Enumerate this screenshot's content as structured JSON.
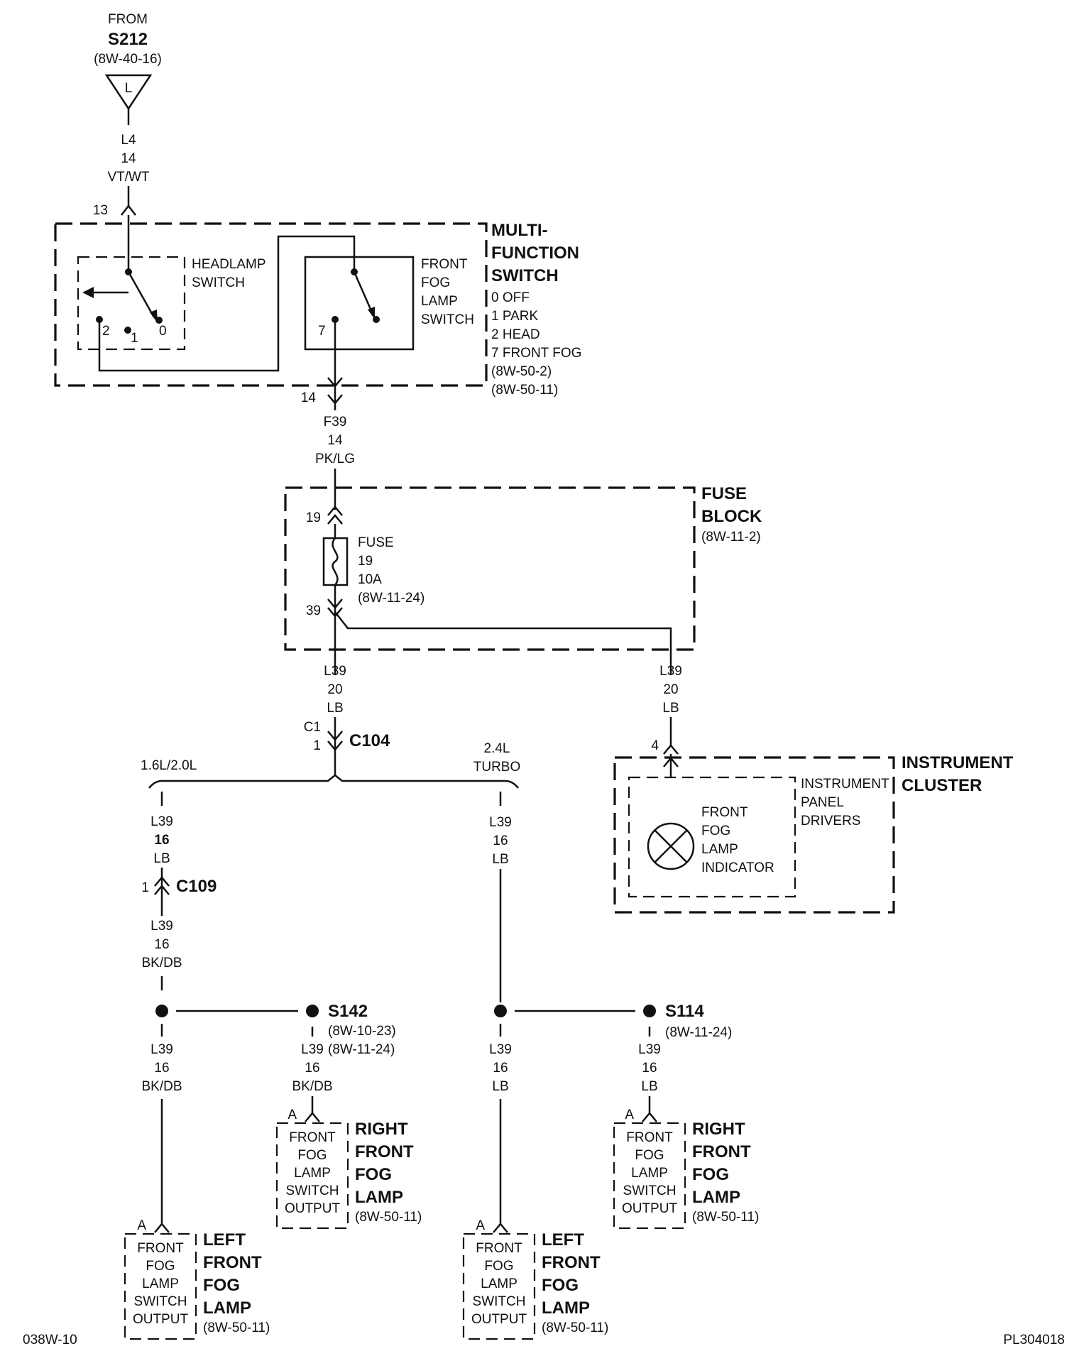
{
  "source": {
    "from_label": "FROM",
    "splice": "S212",
    "ref": "(8W-40-16)",
    "triangle_letter": "L",
    "wire": [
      "L4",
      "14",
      "VT/WT"
    ],
    "pin": "13"
  },
  "multifunction_switch": {
    "title": [
      "MULTI-",
      "FUNCTION",
      "SWITCH"
    ],
    "positions": [
      "0 OFF",
      "1 PARK",
      "2 HEAD",
      "7 FRONT FOG"
    ],
    "refs": [
      "(8W-50-2)",
      "(8W-50-11)"
    ],
    "headlamp_label": [
      "HEADLAMP",
      "SWITCH"
    ],
    "headlamp_pins": [
      "2",
      "1",
      "0"
    ],
    "fog_label": [
      "FRONT",
      "FOG",
      "LAMP",
      "SWITCH"
    ],
    "fog_pin": "7",
    "out_pin": "14"
  },
  "wire_f39": [
    "F39",
    "14",
    "PK/LG"
  ],
  "fuse_block": {
    "title": [
      "FUSE",
      "BLOCK"
    ],
    "ref": "(8W-11-2)",
    "in_pin": "19",
    "out_pin": "39",
    "fuse_label": [
      "FUSE",
      "19",
      "10A",
      "(8W-11-24)"
    ]
  },
  "wire_l39_left": [
    "L39",
    "20",
    "LB"
  ],
  "wire_l39_right": [
    "L39",
    "20",
    "LB"
  ],
  "c104": {
    "pins": [
      "C1",
      "1"
    ],
    "name": "C104"
  },
  "branches": {
    "left": "1.6L/2.0L",
    "right_line1": "2.4L",
    "right_line2": "TURBO"
  },
  "instrument_cluster": {
    "pin": "4",
    "title": [
      "INSTRUMENT",
      "CLUSTER"
    ],
    "drivers": [
      "INSTRUMENT",
      "PANEL",
      "DRIVERS"
    ],
    "indicator": [
      "FRONT",
      "FOG",
      "LAMP",
      "INDICATOR"
    ]
  },
  "left_branch": {
    "wire_a": [
      "L39",
      "16",
      "LB"
    ],
    "c109_pin": "1",
    "c109": "C109",
    "wire_b": [
      "L39",
      "16",
      "BK/DB"
    ],
    "wire_c": [
      "L39",
      "16",
      "BK/DB"
    ],
    "s142": "S142",
    "s142_refs": [
      "(8W-10-23)",
      "(8W-11-24)"
    ],
    "s142_wire": [
      "L39",
      "16",
      "BK/DB"
    ]
  },
  "right_branch": {
    "wire_a": [
      "L39",
      "16",
      "LB"
    ],
    "wire_c": [
      "L39",
      "16",
      "LB"
    ],
    "s114": "S114",
    "s114_ref": "(8W-11-24)",
    "s114_wire": [
      "L39",
      "16",
      "LB"
    ]
  },
  "lamps": [
    {
      "pin": "A",
      "box": [
        "FRONT",
        "FOG",
        "LAMP",
        "SWITCH",
        "OUTPUT"
      ],
      "title": [
        "RIGHT",
        "FRONT",
        "FOG",
        "LAMP"
      ],
      "ref": "(8W-50-11)"
    },
    {
      "pin": "A",
      "box": [
        "FRONT",
        "FOG",
        "LAMP",
        "SWITCH",
        "OUTPUT"
      ],
      "title": [
        "RIGHT",
        "FRONT",
        "FOG",
        "LAMP"
      ],
      "ref": "(8W-50-11)"
    },
    {
      "pin": "A",
      "box": [
        "FRONT",
        "FOG",
        "LAMP",
        "SWITCH",
        "OUTPUT"
      ],
      "title": [
        "LEFT",
        "FRONT",
        "FOG",
        "LAMP"
      ],
      "ref": "(8W-50-11)"
    },
    {
      "pin": "A",
      "box": [
        "FRONT",
        "FOG",
        "LAMP",
        "SWITCH",
        "OUTPUT"
      ],
      "title": [
        "LEFT",
        "FRONT",
        "FOG",
        "LAMP"
      ],
      "ref": "(8W-50-11)"
    }
  ],
  "footer": {
    "left": "038W-10",
    "right": "PL304018"
  }
}
